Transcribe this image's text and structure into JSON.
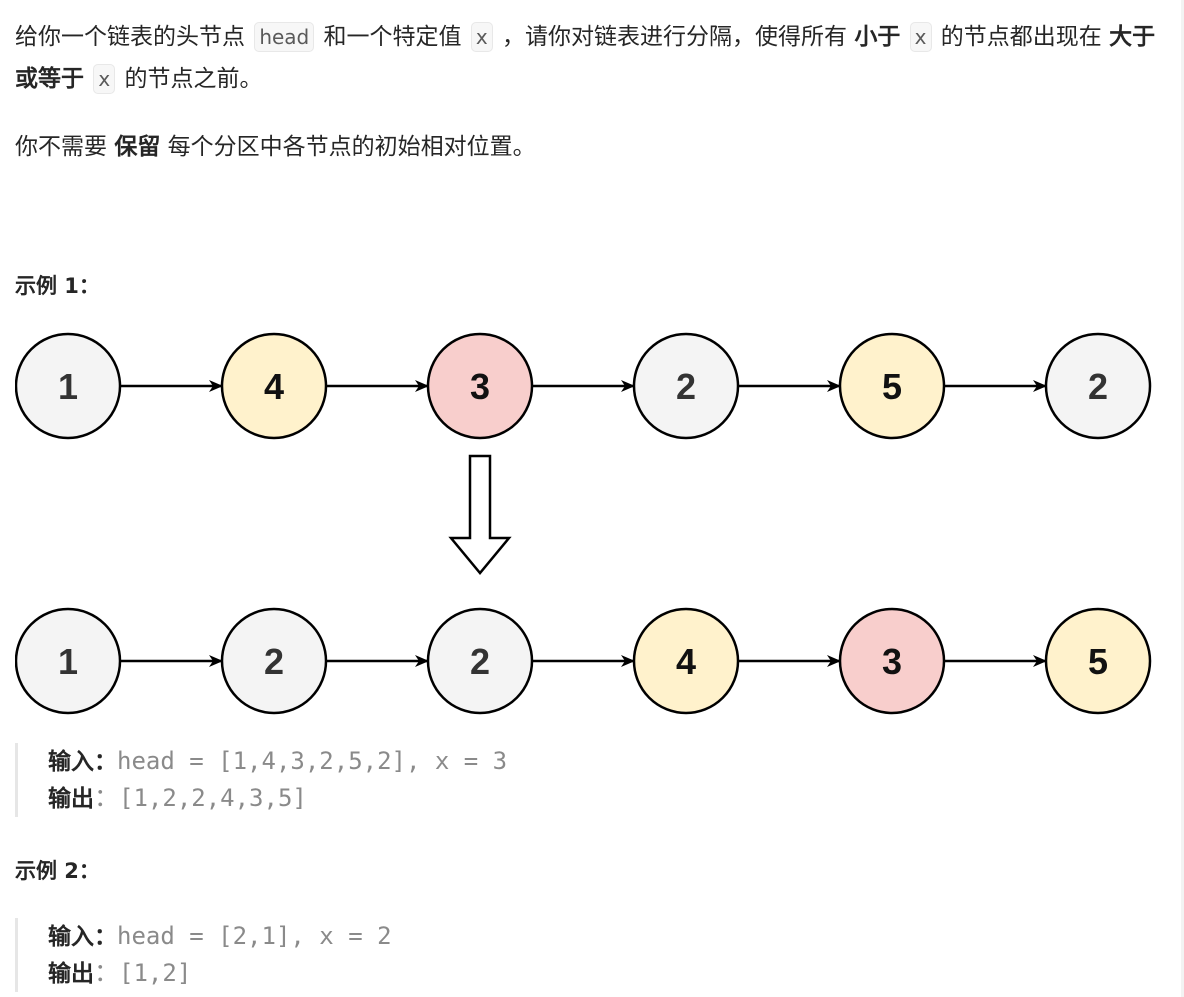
{
  "problem": {
    "paragraph1": {
      "t1": "给你一个链表的头节点 ",
      "code_head": "head",
      "t2": " 和一个特定值 ",
      "code_x1": "x",
      "t3": " ，请你对链表进行分隔，使得所有 ",
      "bold1": "小于",
      "t4": " ",
      "code_x2": "x",
      "t5": " 的节点都出现在 ",
      "bold2": "大于或等于",
      "t6": " ",
      "code_x3": "x",
      "t7": " 的节点之前。"
    },
    "paragraph2": {
      "t1": "你不需要 ",
      "bold": "保留",
      "t2": " 每个分区中各节点的初始相对位置。"
    }
  },
  "examples": [
    {
      "title": "示例 1：",
      "input_label": "输入：",
      "input_value": "head = [1,4,3,2,5,2], x = 3",
      "output_label": "输出",
      "output_colon": "：",
      "output_value": "[1,2,2,4,3,5]"
    },
    {
      "title": "示例 2：",
      "input_label": "输入：",
      "input_value": "head = [2,1], x = 2",
      "output_label": "输出",
      "output_colon": "：",
      "output_value": "[1,2]"
    }
  ],
  "diagram": {
    "colors": {
      "gray": "#f4f4f4",
      "yellow": "#fff2cc",
      "red": "#f8cecc",
      "stroke": "#000000"
    },
    "before": [
      {
        "value": "1",
        "color": "gray"
      },
      {
        "value": "4",
        "color": "yellow"
      },
      {
        "value": "3",
        "color": "red"
      },
      {
        "value": "2",
        "color": "gray"
      },
      {
        "value": "5",
        "color": "yellow"
      },
      {
        "value": "2",
        "color": "gray"
      }
    ],
    "after": [
      {
        "value": "1",
        "color": "gray"
      },
      {
        "value": "2",
        "color": "gray"
      },
      {
        "value": "2",
        "color": "gray"
      },
      {
        "value": "4",
        "color": "yellow"
      },
      {
        "value": "3",
        "color": "red"
      },
      {
        "value": "5",
        "color": "yellow"
      }
    ],
    "transform_arrow": "down-arrow"
  }
}
